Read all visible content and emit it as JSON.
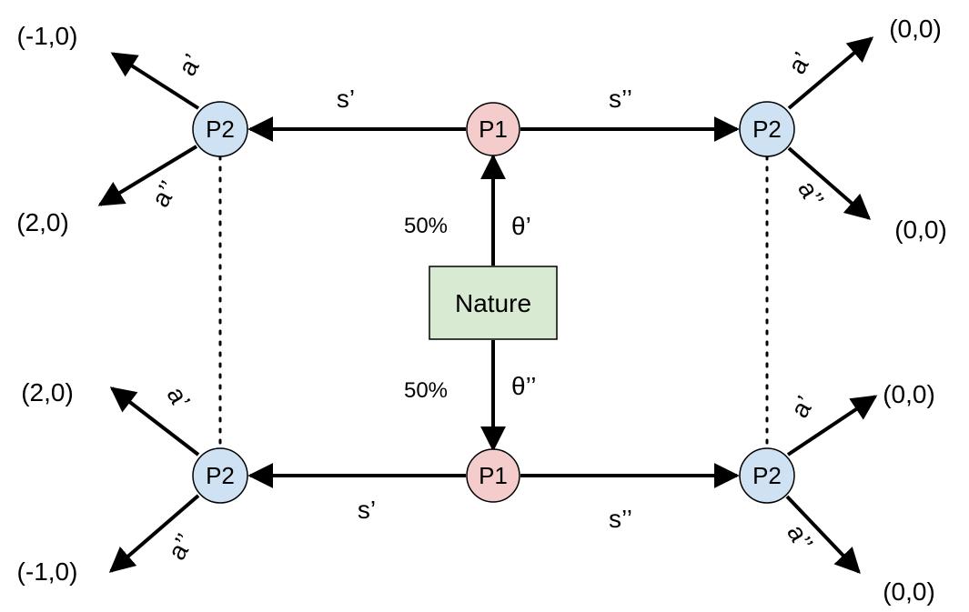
{
  "nature": {
    "label": "Nature",
    "fill": "#d9ead3",
    "stroke": "#000000",
    "prob_top": "50%",
    "prob_bottom": "50%",
    "type_top": "θ’",
    "type_bottom": "θ’’"
  },
  "p1_nodes": {
    "label": "P1",
    "fill": "#f4cccc",
    "stroke": "#000000"
  },
  "p2_nodes": {
    "label": "P2",
    "fill": "#cfe2f3",
    "stroke": "#000000"
  },
  "signals": {
    "top_left": "s’",
    "top_right": "s’’",
    "bottom_left": "s’",
    "bottom_right": "s’’"
  },
  "actions": {
    "tl_up": "a’",
    "tl_down": "a’’",
    "tr_up": "a’",
    "tr_down": "a’’",
    "bl_up": "a’",
    "bl_down": "a’’",
    "br_up": "a’",
    "br_down": "a’’"
  },
  "payoffs": {
    "tl_up": "(-1,0)",
    "tl_down": "(2,0)",
    "tr_up": "(0,0)",
    "tr_down": "(0,0)",
    "bl_up": "(2,0)",
    "bl_down": "(-1,0)",
    "br_up": "(0,0)",
    "br_down": "(0,0)"
  }
}
